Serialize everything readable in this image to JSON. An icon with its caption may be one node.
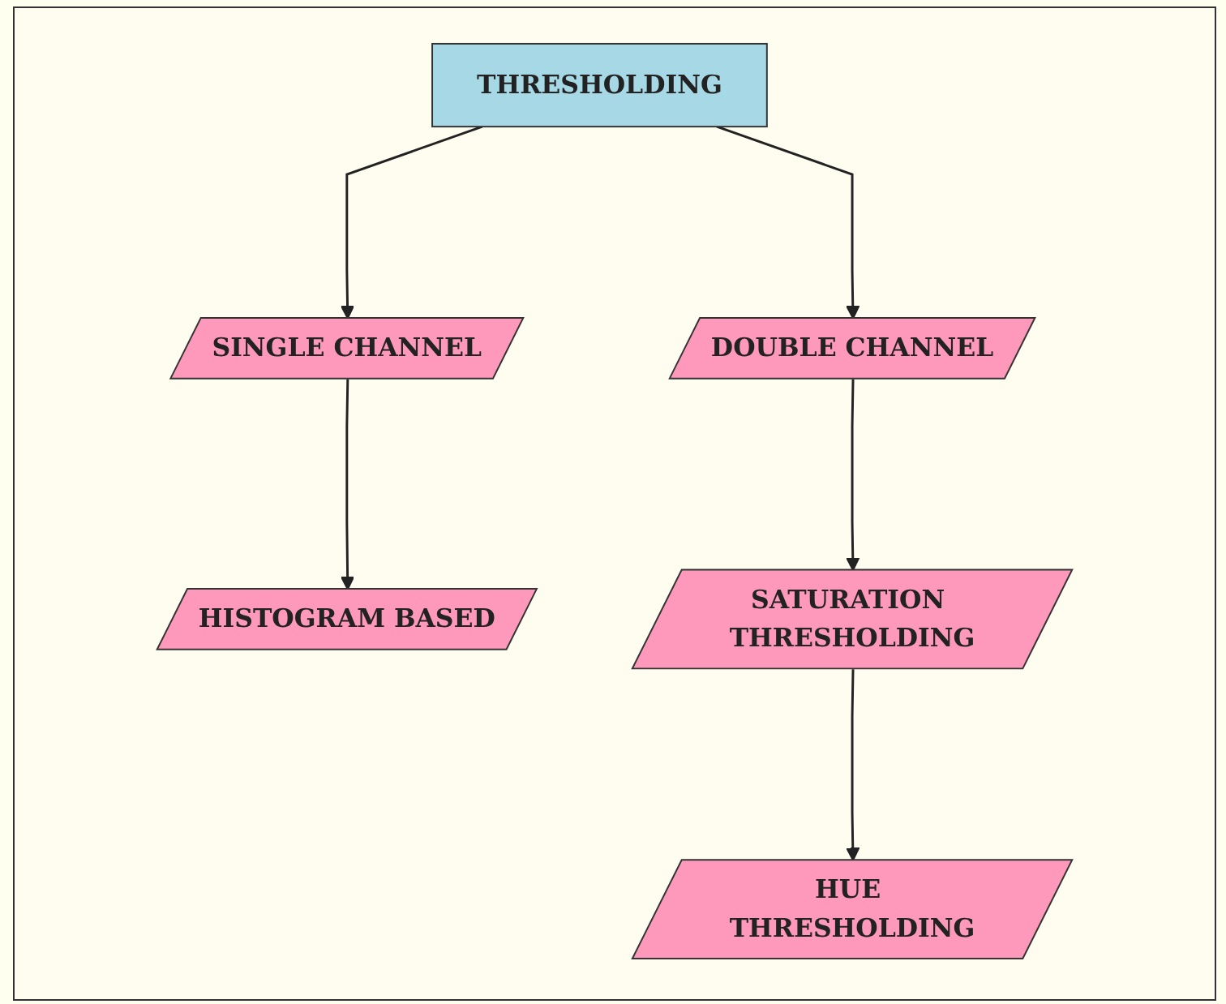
{
  "diagram": {
    "nodes": [
      {
        "text": [
          "THRESHOLDING"
        ]
      },
      {
        "text": [
          "SINGLE CHANNEL"
        ]
      },
      {
        "text": [
          "DOUBLE CHANNEL"
        ]
      },
      {
        "text": [
          "HISTOGRAM BASED"
        ]
      },
      {
        "text": [
          "SATURATION THRESHOLDING"
        ]
      },
      {
        "text": [
          "HUE THRESHOLDING"
        ]
      }
    ],
    "edges": [
      {
        "from": 0,
        "to": 1,
        "arrow": "to"
      },
      {
        "from": 0,
        "to": 2,
        "arrow": "to"
      },
      {
        "from": 1,
        "to": 3,
        "arrow": "to"
      },
      {
        "from": 2,
        "to": 4,
        "arrow": "to"
      },
      {
        "from": 4,
        "to": 5,
        "arrow": "to"
      }
    ]
  }
}
